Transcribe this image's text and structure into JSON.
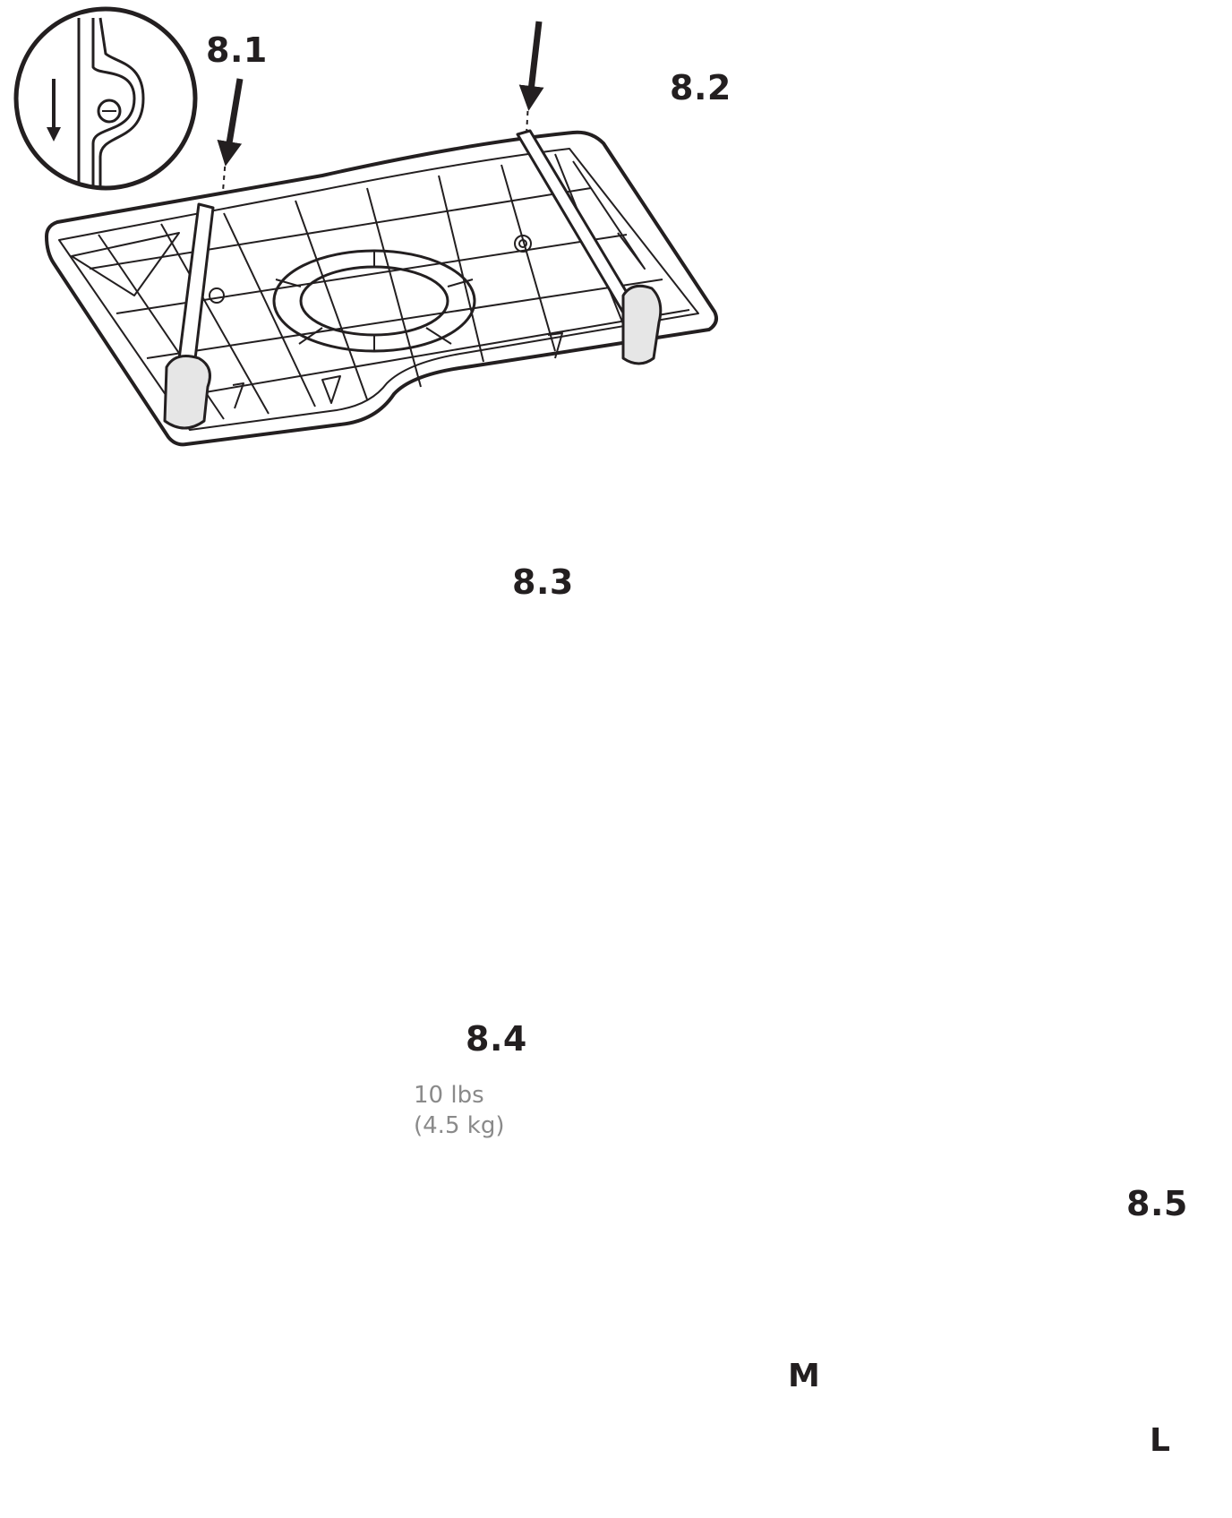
{
  "steps": {
    "s81": "8.1",
    "s82": "8.2",
    "s83": "8.3",
    "s84": "8.4",
    "s85": "8.5"
  },
  "weight": {
    "lbs": "10 lbs",
    "kg": "(4.5 kg)"
  },
  "parts": {
    "m": "M",
    "l": "L"
  },
  "colors": {
    "ink": "#231f20",
    "shade": "#b7b7b7",
    "shade_light": "#d6d6d6",
    "weight_text": "#8a8a8a"
  }
}
